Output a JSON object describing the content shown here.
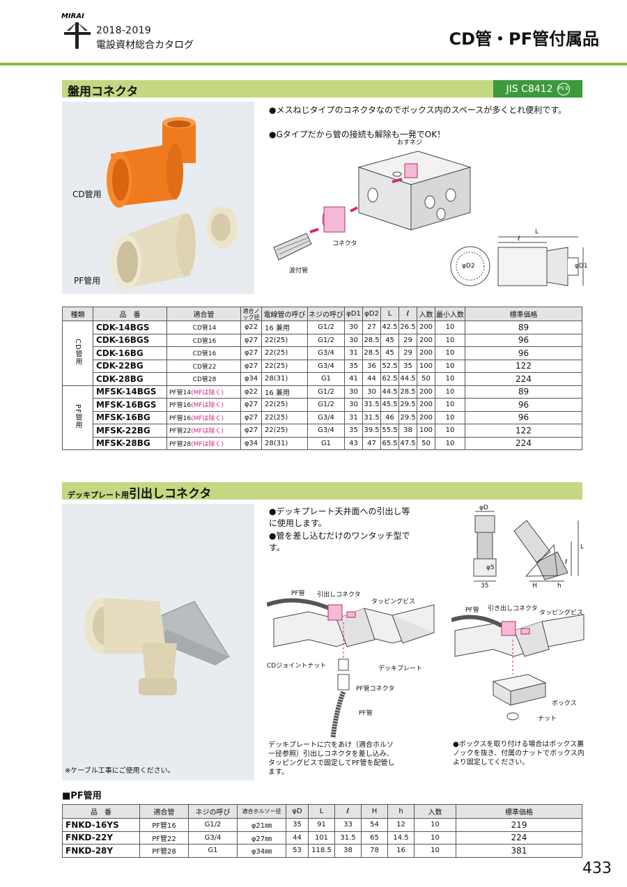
{
  "header": {
    "brand": "MIRAI",
    "year": "2018-2019",
    "catalog": "電設資材総合カタログ",
    "title": "CD管・PF管付属品"
  },
  "sec1": {
    "title": "盤用コネクタ",
    "jis": "JIS C8412",
    "ps_mark": "PS E",
    "photo_label_cd": "CD管用",
    "photo_label_pf": "PF管用",
    "bullets": [
      "●メスねじタイプのコネクタなのでボックス内のスペースが多くとれ便利です。",
      "●Gタイプだから管の接続も解除も一発でOK！"
    ],
    "diagram_labels": {
      "nut": "おすネジ",
      "connector": "コネクタ",
      "pipe": "波付管"
    },
    "dim_labels": {
      "L": "L",
      "l": "ℓ",
      "d1": "φD1",
      "d2": "φD2"
    },
    "table": {
      "headers": [
        "種類",
        "品　番",
        "適合管",
        "適合ノック径",
        "電線管の呼び",
        "ネジの呼び",
        "φD1",
        "φD2",
        "L",
        "ℓ",
        "入数",
        "最小入数",
        "標準価格"
      ],
      "groups": [
        {
          "category": "CD管用",
          "rows": [
            {
              "pn": "CDK-14BGS",
              "pipe": "CD管14",
              "knock": "φ22",
              "call": "16",
              "call2": "兼用",
              "screw": "G1/2",
              "d1": "30",
              "d2": "27",
              "L": "42.5",
              "l": "26.5",
              "qty": "200",
              "min": "10",
              "price": "89"
            },
            {
              "pn": "CDK-16BGS",
              "pipe": "CD管16",
              "knock": "φ27",
              "call": "22(25)",
              "call2": "",
              "screw": "G1/2",
              "d1": "30",
              "d2": "28.5",
              "L": "45",
              "l": "29",
              "qty": "200",
              "min": "10",
              "price": "96"
            },
            {
              "pn": "CDK-16BG",
              "pipe": "CD管16",
              "knock": "φ27",
              "call": "22(25)",
              "call2": "",
              "screw": "G3/4",
              "d1": "31",
              "d2": "28.5",
              "L": "45",
              "l": "29",
              "qty": "200",
              "min": "10",
              "price": "96"
            },
            {
              "pn": "CDK-22BG",
              "pipe": "CD管22",
              "knock": "φ27",
              "call": "22(25)",
              "call2": "",
              "screw": "G3/4",
              "d1": "35",
              "d2": "36",
              "L": "52.5",
              "l": "35",
              "qty": "100",
              "min": "10",
              "price": "122"
            },
            {
              "pn": "CDK-28BG",
              "pipe": "CD管28",
              "knock": "φ34",
              "call": "28(31)",
              "call2": "",
              "screw": "G1",
              "d1": "41",
              "d2": "44",
              "L": "62.5",
              "l": "44.5",
              "qty": "50",
              "min": "10",
              "price": "224"
            }
          ]
        },
        {
          "category": "PF管用",
          "rows": [
            {
              "pn": "MFSK-14BGS",
              "pipe": "PF管14",
              "mf": "(MFは除く)",
              "knock": "φ22",
              "call": "16",
              "call2": "兼用",
              "screw": "G1/2",
              "d1": "30",
              "d2": "30",
              "L": "44.5",
              "l": "28.5",
              "qty": "200",
              "min": "10",
              "price": "89"
            },
            {
              "pn": "MFSK-16BGS",
              "pipe": "PF管16",
              "mf": "(MFは除く)",
              "knock": "φ27",
              "call": "22(25)",
              "call2": "",
              "screw": "G1/2",
              "d1": "30",
              "d2": "31.5",
              "L": "45.5",
              "l": "29.5",
              "qty": "200",
              "min": "10",
              "price": "96"
            },
            {
              "pn": "MFSK-16BG",
              "pipe": "PF管16",
              "mf": "(MFは除く)",
              "knock": "φ27",
              "call": "22(25)",
              "call2": "",
              "screw": "G3/4",
              "d1": "31",
              "d2": "31.5",
              "L": "46",
              "l": "29.5",
              "qty": "200",
              "min": "10",
              "price": "96"
            },
            {
              "pn": "MFSK-22BG",
              "pipe": "PF管22",
              "mf": "(MFは除く)",
              "knock": "φ27",
              "call": "22(25)",
              "call2": "",
              "screw": "G3/4",
              "d1": "35",
              "d2": "39.5",
              "L": "55.5",
              "l": "38",
              "qty": "100",
              "min": "10",
              "price": "122"
            },
            {
              "pn": "MFSK-28BG",
              "pipe": "PF管28",
              "mf": "(MFは除く)",
              "knock": "φ34",
              "call": "28(31)",
              "call2": "",
              "screw": "G1",
              "d1": "43",
              "d2": "47",
              "L": "65.5",
              "l": "47.5",
              "qty": "50",
              "min": "10",
              "price": "224"
            }
          ]
        }
      ]
    }
  },
  "sec2": {
    "title_small": "デッキプレート用",
    "title": "引出しコネクタ",
    "bullets": [
      "●デッキプレート天井面への引出し等に使用します。",
      "●管を差し込むだけのワンタッチ型です。"
    ],
    "photo_note": "※ケーブル工事にご使用ください。",
    "dim_labels": {
      "D": "φD",
      "d5": "φ5",
      "w35": "35",
      "H": "H",
      "h": "h",
      "L": "L",
      "l": "ℓ"
    },
    "left_diagram": {
      "pf": "PF管",
      "connector": "引出しコネクタ",
      "screw": "タッピングビス",
      "joint_nut": "CDジョイントナット",
      "deck": "デッキプレート",
      "pf_connector": "PF管コネクタ",
      "pf2": "PF管",
      "caption": "デッキプレートに穴をあけ（適合ホルソー径参照）引出しコネクタを差し込み、タッピングビスで固定してPF管を配管します。"
    },
    "right_diagram": {
      "pf": "PF管",
      "connector": "引き出しコネクタ",
      "screw": "タッピングビス",
      "box": "ボックス",
      "nut": "ナット",
      "caption": "●ボックスを取り付ける場合はボックス裏ノックを抜き、付属のナットでボックス内より固定してください。"
    },
    "table_label": "■PF管用",
    "table": {
      "headers": [
        "品　番",
        "適合管",
        "ネジの呼び",
        "適合ホルソー径",
        "φD",
        "L",
        "ℓ",
        "H",
        "h",
        "入数",
        "標準価格"
      ],
      "rows": [
        {
          "pn": "FNKD-16YS",
          "pipe": "PF管16",
          "screw": "G1/2",
          "hole": "φ21㎜",
          "d": "35",
          "L": "91",
          "l": "33",
          "H": "54",
          "h": "12",
          "qty": "10",
          "price": "219"
        },
        {
          "pn": "FNKD-22Y",
          "pipe": "PF管22",
          "screw": "G3/4",
          "hole": "φ27㎜",
          "d": "44",
          "L": "101",
          "l": "31.5",
          "H": "65",
          "h": "14.5",
          "qty": "10",
          "price": "224"
        },
        {
          "pn": "FNKD-28Y",
          "pipe": "PF管28",
          "screw": "G1",
          "hole": "φ34㎜",
          "d": "53",
          "L": "118.5",
          "l": "38",
          "H": "78",
          "h": "16",
          "qty": "10",
          "price": "381"
        }
      ]
    }
  },
  "page_number": "433",
  "colors": {
    "accent": "#8dbb3c",
    "bar": "#c4d882",
    "jis": "#3c9a3c",
    "cd_orange": "#f07a1e",
    "pf_beige": "#e6dcc0",
    "pink": "#d6257c"
  }
}
